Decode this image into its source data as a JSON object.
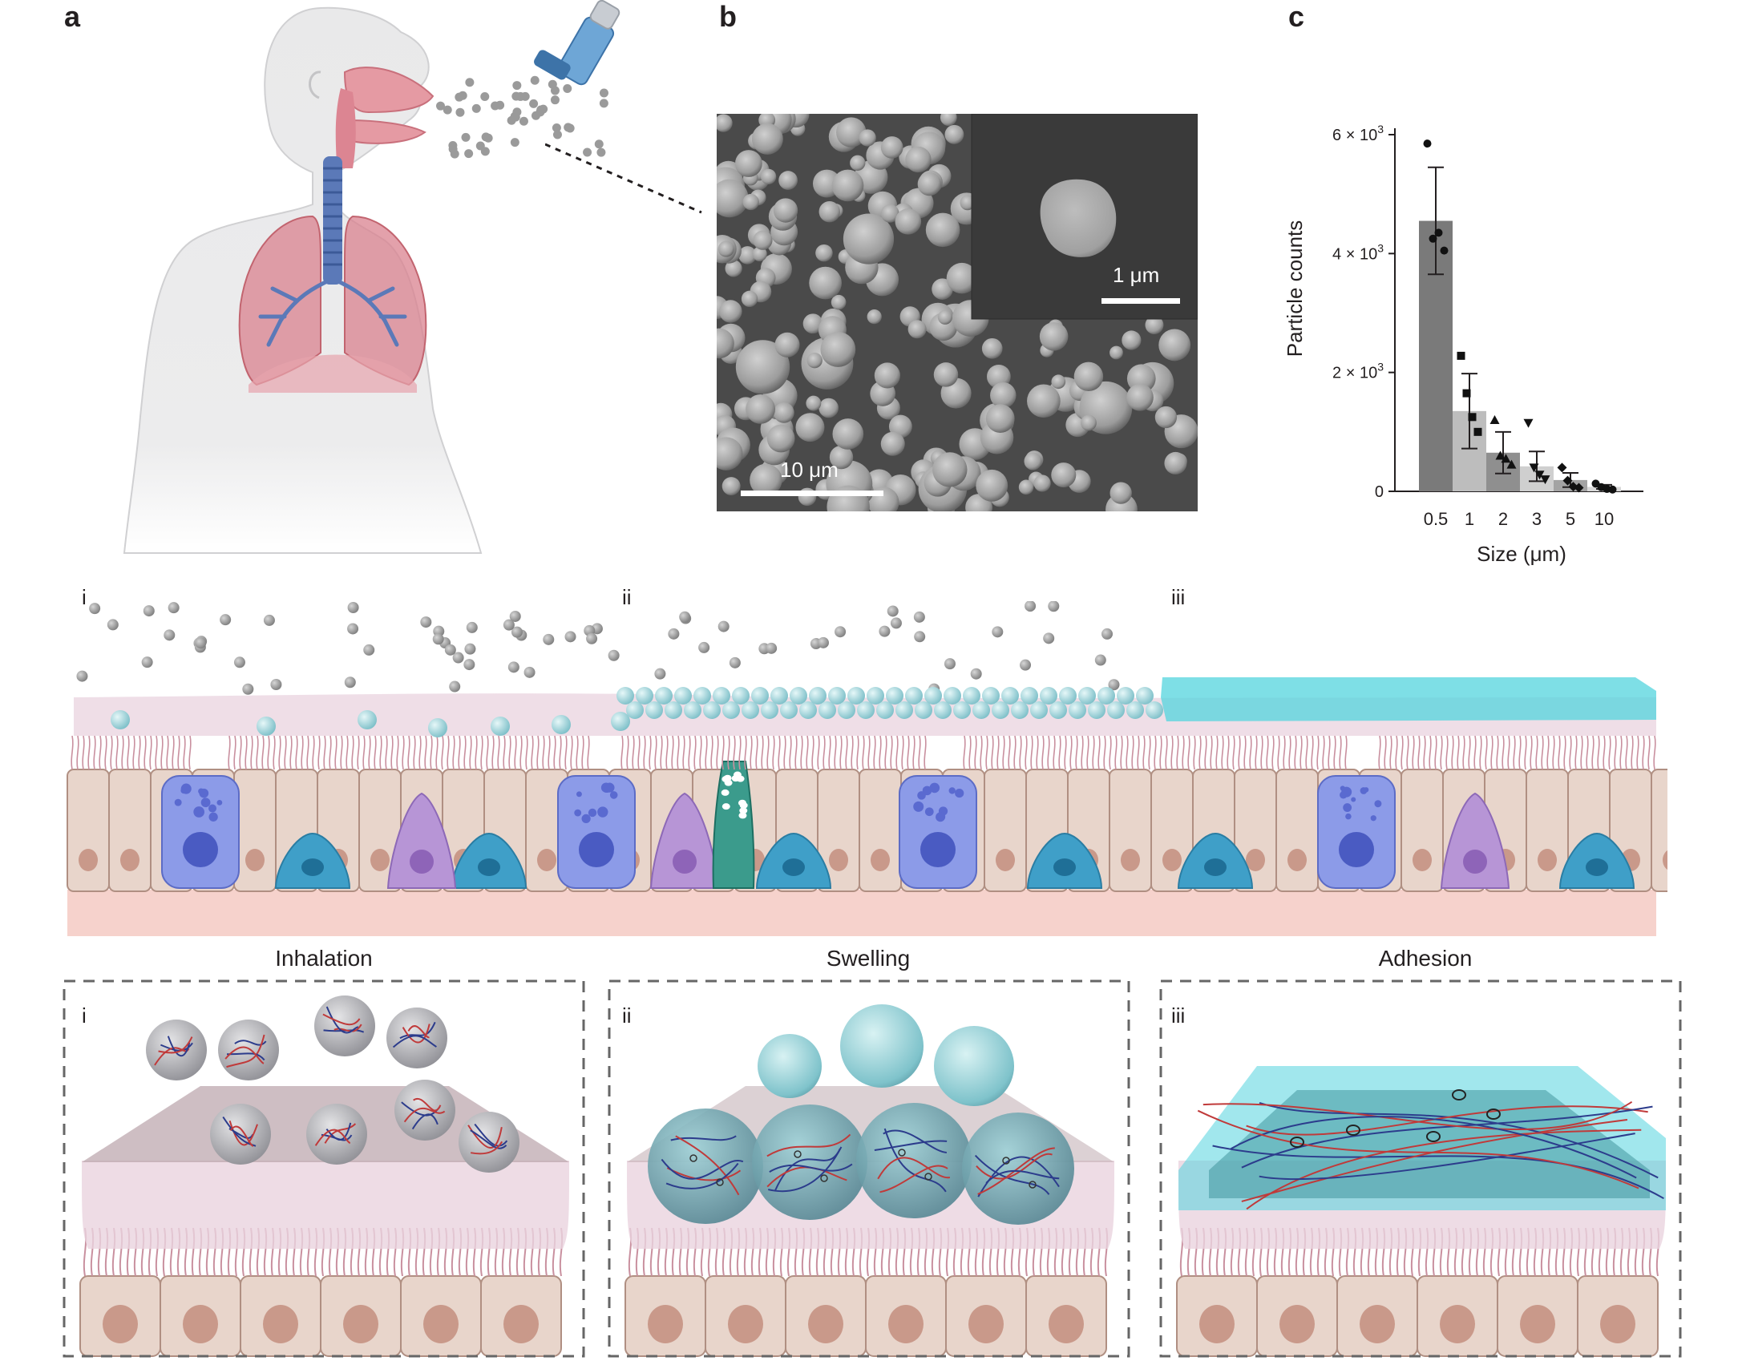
{
  "panels": {
    "a": {
      "letter": "a"
    },
    "b": {
      "letter": "b",
      "scale_main": "10 μm",
      "scale_inset": "1 μm"
    },
    "c": {
      "letter": "c"
    }
  },
  "chart_data": {
    "type": "bar",
    "xlabel": "Size (μm)",
    "ylabel": "Particle counts",
    "categories": [
      "0.5",
      "1",
      "2",
      "3",
      "5",
      "10"
    ],
    "values": [
      4550,
      1350,
      650,
      420,
      190,
      75
    ],
    "error": [
      900,
      630,
      350,
      250,
      120,
      35
    ],
    "points": [
      [
        5850,
        4250,
        4350,
        4050
      ],
      [
        2280,
        1650,
        1250,
        1000
      ],
      [
        1200,
        600,
        550,
        450
      ],
      [
        1150,
        400,
        280,
        200
      ],
      [
        400,
        180,
        80,
        60
      ],
      [
        130,
        70,
        40,
        30
      ]
    ],
    "point_markers": [
      "circle",
      "square",
      "triangle-up",
      "triangle-down",
      "diamond",
      "circle"
    ],
    "bar_colors": [
      "#7a7a7a",
      "#bdbdbd",
      "#8f8f8f",
      "#cfcfcf",
      "#a3a3a3",
      "#d8d8d8"
    ],
    "ylim": [
      0,
      6000
    ],
    "yticks": [
      {
        "value": 0,
        "label": "0",
        "exp": ""
      },
      {
        "value": 2000,
        "label": "2 × 10",
        "exp": "3"
      },
      {
        "value": 4000,
        "label": "4 × 10",
        "exp": "3"
      },
      {
        "value": 6000,
        "label": "6 × 10",
        "exp": "3"
      }
    ]
  },
  "middle": {
    "stages": [
      {
        "roman": "i",
        "label": "Inhalation"
      },
      {
        "roman": "ii",
        "label": "Swelling"
      },
      {
        "roman": "iii",
        "label": "Adhesion"
      }
    ]
  },
  "bottom": {
    "boxes": [
      {
        "roman": "i"
      },
      {
        "roman": "ii"
      },
      {
        "roman": "iii"
      }
    ]
  },
  "colors": {
    "lung": "#d9828f",
    "trachea": "#5b79b8",
    "particle": "#9a9a9a",
    "swollen": "#9fd6dc",
    "hydrogel": "#53d4de",
    "mucus": "#ead3df",
    "cell": "#e8d5cb",
    "goblet": "#8c9be8",
    "basal": "#3f9fc8",
    "submucosa": "#f6d2cc"
  }
}
